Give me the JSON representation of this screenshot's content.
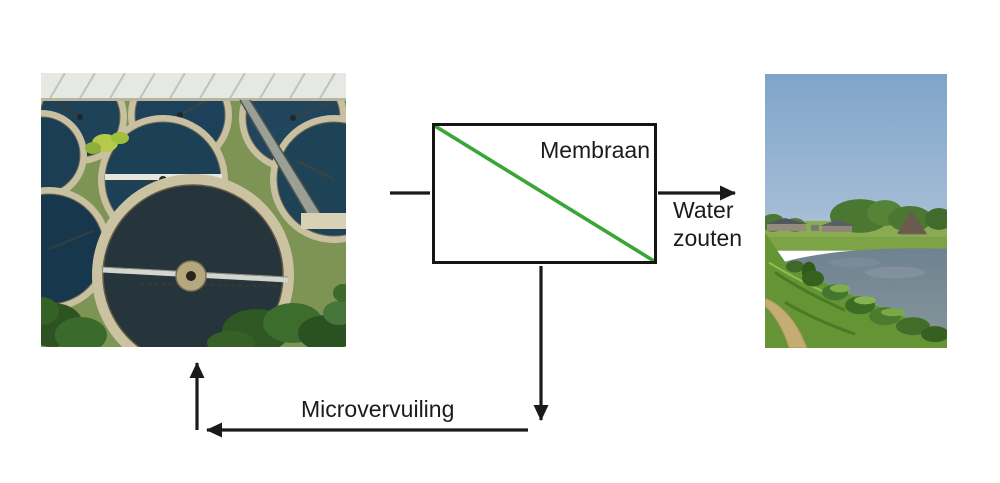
{
  "labels": {
    "membrane": "Membraan",
    "permeate_line1": "Water",
    "permeate_line2": "zouten",
    "return_flow": "Microvervuiling"
  },
  "images": {
    "left_photo": {
      "name": "wastewater-treatment-plant-aerial-photo",
      "alt": "aerial photo of circular wastewater treatment tanks"
    },
    "right_photo": {
      "name": "pond-surface-water-photo",
      "alt": "photo of a pond with grassy banks and houses on the horizon"
    }
  },
  "colors": {
    "membrane_diagonal_green": "#3aa636",
    "line_black": "#1a1a1a",
    "text": "#1b1b1b",
    "background": "#ffffff"
  }
}
